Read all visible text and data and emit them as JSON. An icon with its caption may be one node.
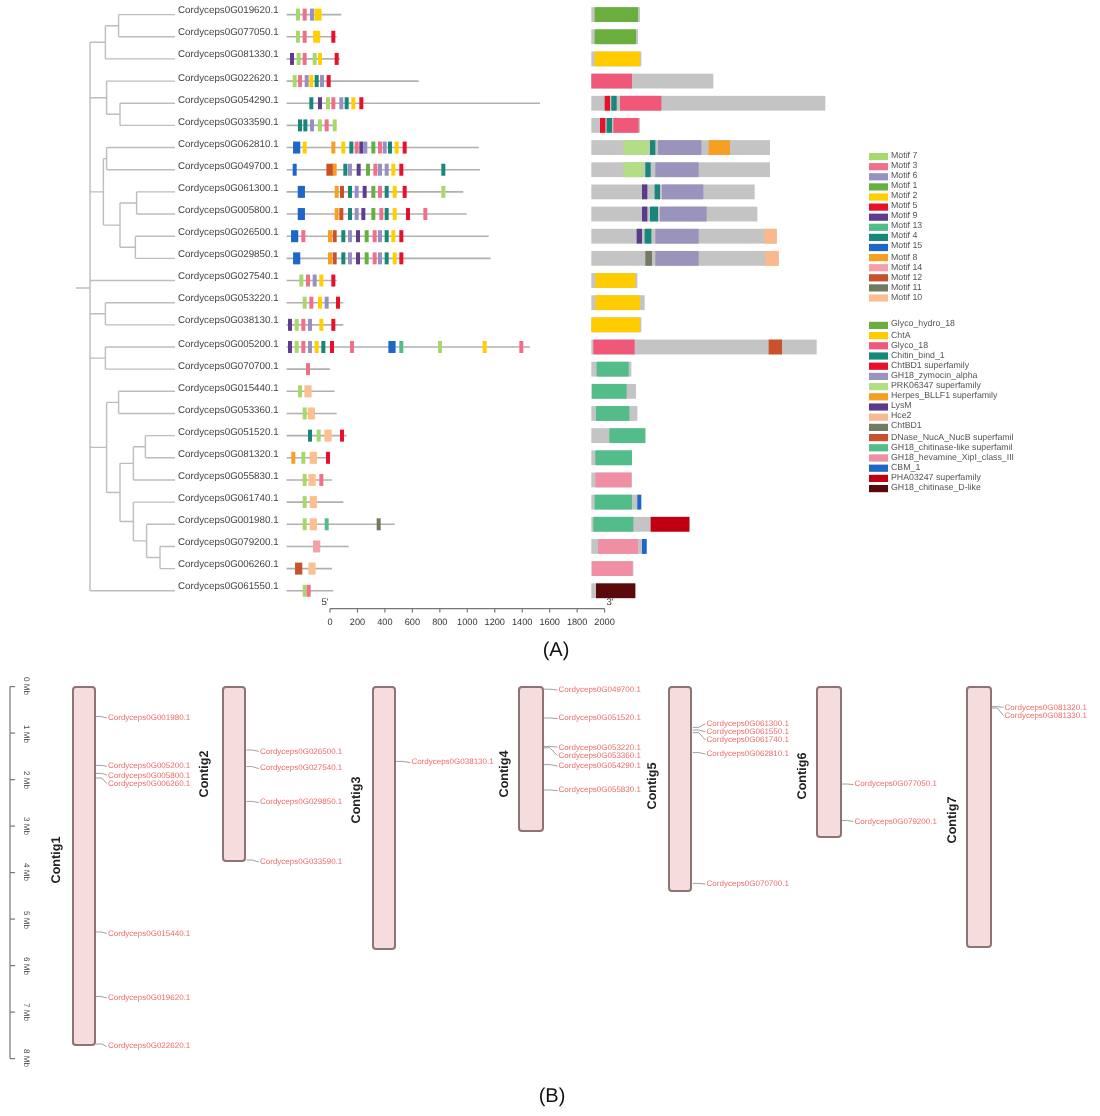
{
  "diagram": {
    "nodes": [
      {
        "text": [
          "Contig1"
        ]
      },
      {
        "text": [
          "Cordyceps0G001980.1"
        ]
      },
      {
        "text": [
          "Cordyceps0G005200.1"
        ]
      },
      {
        "text": [
          "Cordyceps0G005800.1"
        ]
      },
      {
        "text": [
          "Cordyceps0G006260.1"
        ]
      },
      {
        "text": [
          "Cordyceps0G015440.1"
        ]
      },
      {
        "text": [
          "Cordyceps0G019620.1"
        ]
      },
      {
        "text": [
          "Cordyceps0G022620.1"
        ]
      },
      {
        "text": [
          "Contig2"
        ]
      },
      {
        "text": [
          "Cordyceps0G026500.1"
        ]
      },
      {
        "text": [
          "Cordyceps0G027540.1"
        ]
      },
      {
        "text": [
          "Cordyceps0G029850.1"
        ]
      },
      {
        "text": [
          "Cordyceps0G033590.1"
        ]
      },
      {
        "text": [
          "Contig3"
        ]
      },
      {
        "text": [
          "Cordyceps0G038130.1"
        ]
      },
      {
        "text": [
          "Contig4"
        ]
      },
      {
        "text": [
          "Cordyceps0G049700.1"
        ]
      },
      {
        "text": [
          "Cordyceps0G051520.1"
        ]
      },
      {
        "text": [
          "Cordyceps0G053220.1"
        ]
      },
      {
        "text": [
          "Cordyceps0G053360.1"
        ]
      },
      {
        "text": [
          "Cordyceps0G054290.1"
        ]
      },
      {
        "text": [
          "Cordyceps0G055830.1"
        ]
      },
      {
        "text": [
          "Contig5"
        ]
      },
      {
        "text": [
          "Cordyceps0G061300.1"
        ]
      },
      {
        "text": [
          "Cordyceps0G061550.1"
        ]
      },
      {
        "text": [
          "Cordyceps0G061740.1"
        ]
      },
      {
        "text": [
          "Cordyceps0G062810.1"
        ]
      },
      {
        "text": [
          "Cordyceps0G070700.1"
        ]
      },
      {
        "text": [
          "Contig6"
        ]
      },
      {
        "text": [
          "Cordyceps0G077050.1"
        ]
      },
      {
        "text": [
          "Cordyceps0G079200.1"
        ]
      },
      {
        "text": [
          "Contig7"
        ]
      },
      {
        "text": [
          "Cordyceps0G081320.1"
        ]
      },
      {
        "text": [
          "Cordyceps0G081330.1"
        ]
      }
    ],
    "edges": [
      {
        "from": 1,
        "to": 0,
        "arrow": "none"
      },
      {
        "from": 2,
        "to": 0,
        "arrow": "none"
      },
      {
        "from": 3,
        "to": 0,
        "arrow": "none"
      },
      {
        "from": 4,
        "to": 0,
        "arrow": "none"
      },
      {
        "from": 5,
        "to": 0,
        "arrow": "none"
      },
      {
        "from": 6,
        "to": 0,
        "arrow": "none"
      },
      {
        "from": 7,
        "to": 0,
        "arrow": "none"
      },
      {
        "from": 9,
        "to": 8,
        "arrow": "none"
      },
      {
        "from": 10,
        "to": 8,
        "arrow": "none"
      },
      {
        "from": 11,
        "to": 8,
        "arrow": "none"
      },
      {
        "from": 12,
        "to": 8,
        "arrow": "none"
      },
      {
        "from": 14,
        "to": 13,
        "arrow": "none"
      },
      {
        "from": 16,
        "to": 15,
        "arrow": "none"
      },
      {
        "from": 17,
        "to": 15,
        "arrow": "none"
      },
      {
        "from": 18,
        "to": 15,
        "arrow": "none"
      },
      {
        "from": 19,
        "to": 15,
        "arrow": "none"
      },
      {
        "from": 20,
        "to": 15,
        "arrow": "none"
      },
      {
        "from": 21,
        "to": 15,
        "arrow": "none"
      },
      {
        "from": 23,
        "to": 22,
        "arrow": "none"
      },
      {
        "from": 24,
        "to": 22,
        "arrow": "none"
      },
      {
        "from": 25,
        "to": 22,
        "arrow": "none"
      },
      {
        "from": 26,
        "to": 22,
        "arrow": "none"
      },
      {
        "from": 27,
        "to": 22,
        "arrow": "none"
      },
      {
        "from": 29,
        "to": 28,
        "arrow": "none"
      },
      {
        "from": 30,
        "to": 28,
        "arrow": "none"
      },
      {
        "from": 32,
        "to": 31,
        "arrow": "none"
      },
      {
        "from": 33,
        "to": 31,
        "arrow": "none"
      }
    ],
    "labels": [
      "Cordyceps0G019620.1",
      "Cordyceps0G077050.1",
      "Cordyceps0G081330.1",
      "Cordyceps0G022620.1",
      "Cordyceps0G054290.1",
      "Cordyceps0G033590.1",
      "Cordyceps0G062810.1",
      "Cordyceps0G049700.1",
      "Cordyceps0G061300.1",
      "Cordyceps0G005800.1",
      "Cordyceps0G026500.1",
      "Cordyceps0G029850.1",
      "Cordyceps0G027540.1",
      "Cordyceps0G053220.1",
      "Cordyceps0G038130.1",
      "Cordyceps0G005200.1",
      "Cordyceps0G070700.1",
      "Cordyceps0G015440.1",
      "Cordyceps0G053360.1",
      "Cordyceps0G051520.1",
      "Cordyceps0G081320.1",
      "Cordyceps0G055830.1",
      "Cordyceps0G061740.1",
      "Cordyceps0G001980.1",
      "Cordyceps0G079200.1",
      "Cordyceps0G006260.1",
      "Cordyceps0G061550.1",
      "5'",
      "0",
      "200",
      "400",
      "600",
      "800",
      "1000",
      "1200",
      "1400",
      "1600",
      "1800",
      "2000",
      "3'",
      "(A)",
      "0 Mb",
      "1 Mb",
      "2 Mb",
      "3 Mb",
      "4 Mb",
      "5 Mb",
      "6 Mb",
      "7 Mb",
      "8 Mb",
      "(B)"
    ],
    "legend": [
      {
        "text": "Motif 7",
        "color": "#a6d96a"
      },
      {
        "text": "Motif 3",
        "color": "#f0708a"
      },
      {
        "text": "Motif 6",
        "color": "#9890c0"
      },
      {
        "text": "Motif 1",
        "color": "#66b040"
      },
      {
        "text": "Motif 2",
        "color": "#ffd000"
      },
      {
        "text": "Motif 5",
        "color": "#e8102a"
      },
      {
        "text": "Motif 9",
        "color": "#5e3c8e"
      },
      {
        "text": "Motif 13",
        "color": "#52bd88"
      },
      {
        "text": "Motif 4",
        "color": "#17877a"
      },
      {
        "text": "Motif 15",
        "color": "#1e66c8"
      },
      {
        "text": "Motif 8",
        "color": "#f5a023"
      },
      {
        "text": "Motif 14",
        "color": "#f4a0a8"
      },
      {
        "text": "Motif 12",
        "color": "#c9522b"
      },
      {
        "text": "Motif 11",
        "color": "#717b62"
      },
      {
        "text": "Motif 10",
        "color": "#fbbf90"
      },
      {
        "text": "Glyco_hydro_18",
        "color": "#6aaf3d"
      },
      {
        "text": "ChtA",
        "color": "#ffcc00"
      },
      {
        "text": "Glyco_18",
        "color": "#f0587a"
      },
      {
        "text": "Chitin_bind_1",
        "color": "#17877a"
      },
      {
        "text": "ChtBD1 superfamily",
        "color": "#e8102a"
      },
      {
        "text": "GH18_zymocin_alpha",
        "color": "#9a94bc"
      },
      {
        "text": "PRK06347 superfamily",
        "color": "#b3de85"
      },
      {
        "text": "Herpes_BLLF1 superfamily",
        "color": "#f5a023"
      },
      {
        "text": "LysM",
        "color": "#5b3a8e"
      },
      {
        "text": "Hce2",
        "color": "#f9b98c"
      },
      {
        "text": "ChtBD1",
        "color": "#717b62"
      },
      {
        "text": "DNase_NucA_NucB superfamil",
        "color": "#c9522b"
      },
      {
        "text": "GH18_chitinase-like superfamil",
        "color": "#52bd88"
      },
      {
        "text": "GH18_hevamine_XipI_class_III",
        "color": "#f08fa3"
      },
      {
        "text": "CBM_1",
        "color": "#1e66c8"
      },
      {
        "text": "PHA03247 superfamily",
        "color": "#c00010"
      },
      {
        "text": "GH18_chitinase_D-like",
        "color": "#5a0a0a"
      }
    ]
  }
}
